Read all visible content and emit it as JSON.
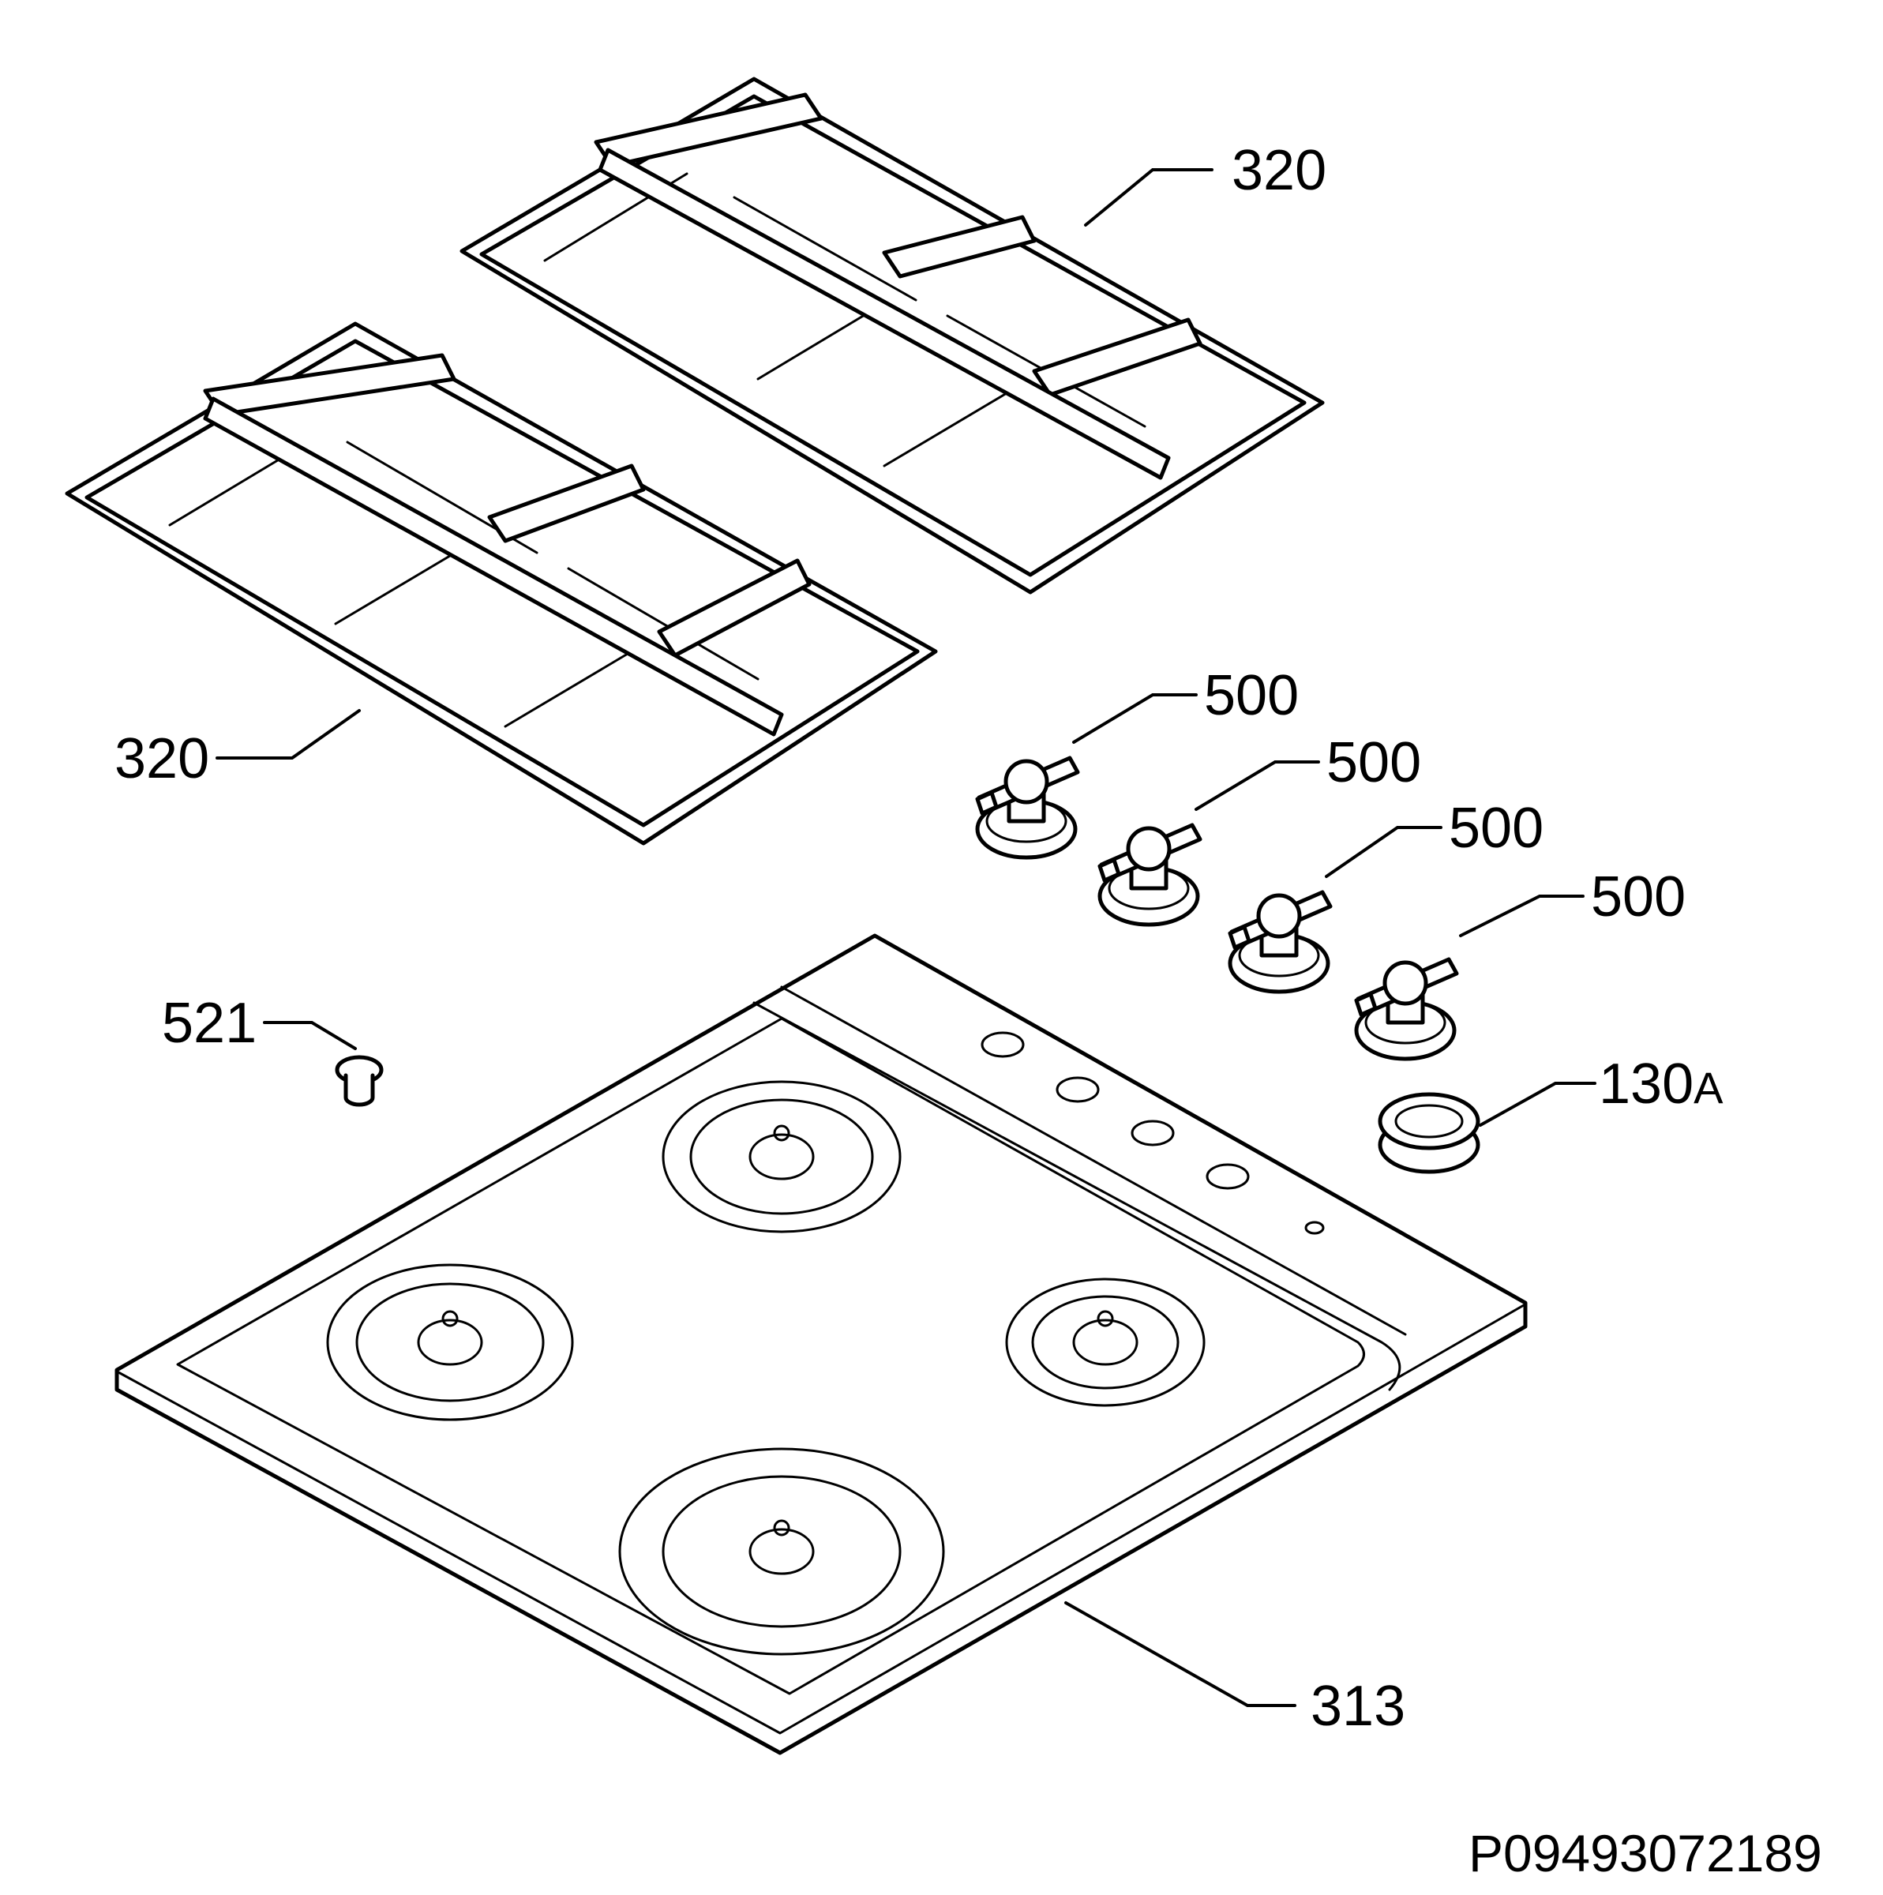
{
  "labels": {
    "pan_support_upper": "320",
    "pan_support_lower": "320",
    "knob_1": "500",
    "knob_2": "500",
    "knob_3": "500",
    "knob_4": "500",
    "screw": "521",
    "seal": "130",
    "seal_suffix": "A",
    "hob_top": "313"
  },
  "document_number": "P09493072189"
}
